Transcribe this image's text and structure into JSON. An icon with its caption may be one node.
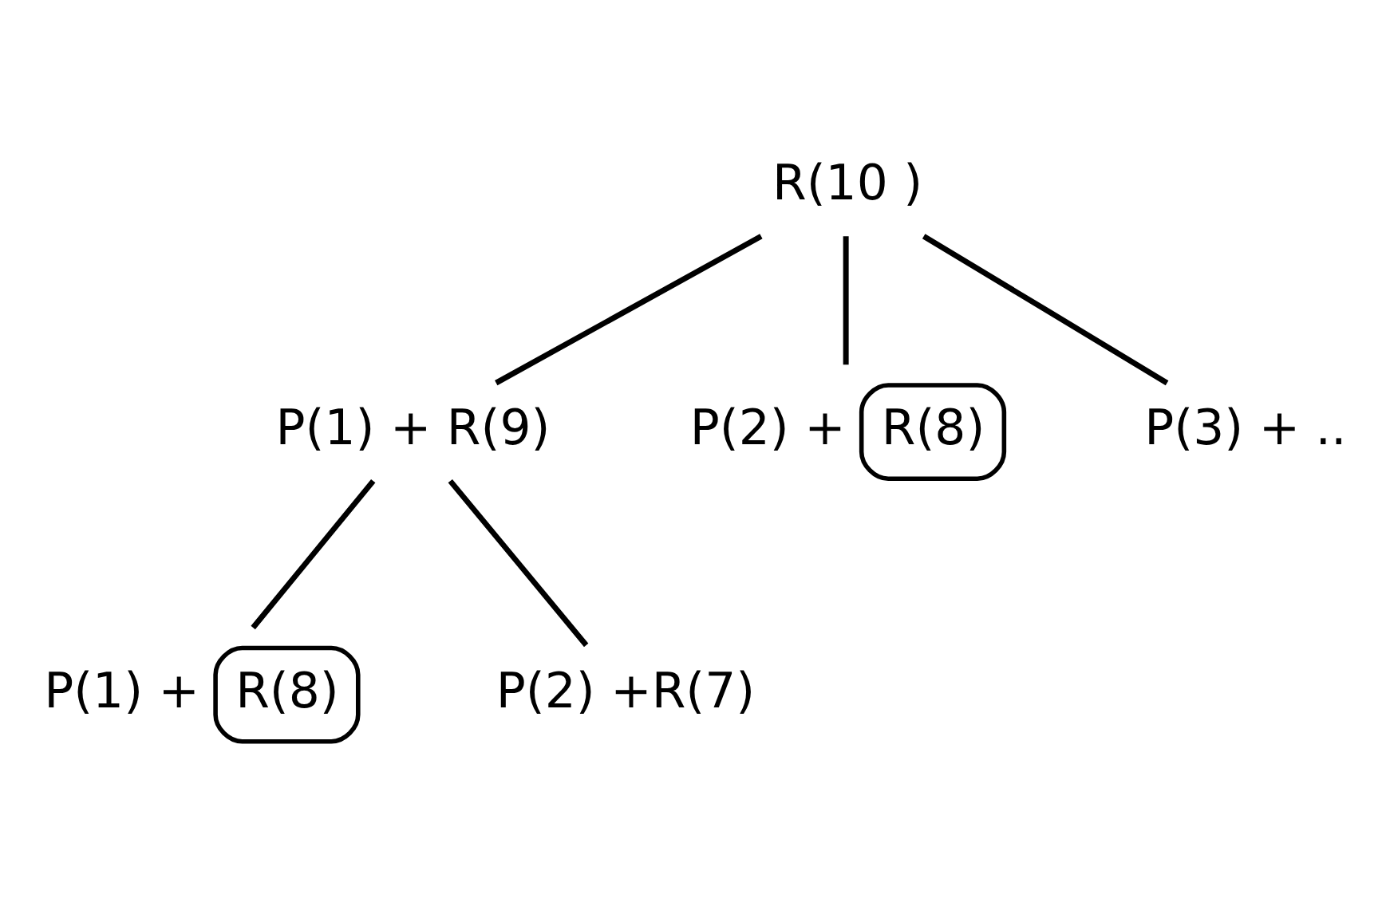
{
  "diagram": {
    "nodes": [
      {
        "text": [
          "R(10 )"
        ]
      },
      {
        "text": [
          "P(1) + R(9)"
        ]
      },
      {
        "text": [
          "P(2) +",
          "R(8)"
        ]
      },
      {
        "text": [
          "P(3) + .."
        ]
      },
      {
        "text": [
          "P(1) +",
          "R(8)"
        ]
      },
      {
        "text": [
          "P(2) +R(7)"
        ]
      }
    ],
    "edges": [
      {
        "from": 0,
        "to": 1,
        "arrow": "none"
      },
      {
        "from": 0,
        "to": 2,
        "arrow": "none"
      },
      {
        "from": 0,
        "to": 3,
        "arrow": "none"
      },
      {
        "from": 1,
        "to": 4,
        "arrow": "none"
      },
      {
        "from": 1,
        "to": 5,
        "arrow": "none"
      }
    ]
  }
}
